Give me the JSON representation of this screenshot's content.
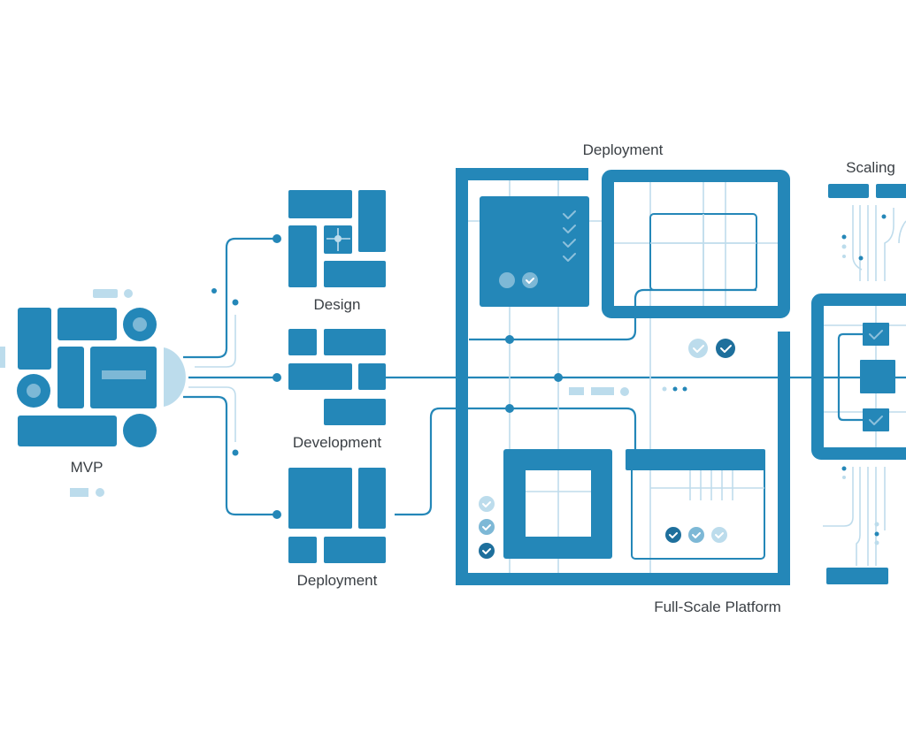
{
  "labels": {
    "mvp": "MVP",
    "design": "Design",
    "development": "Development",
    "deployment_stage": "Deployment",
    "deployment_top": "Deployment",
    "full_scale_platform": "Full-Scale Platform",
    "scaling": "Scaling"
  },
  "colors": {
    "primary": "#2487b8",
    "light": "#bcdcec",
    "dark": "#1e6f9c",
    "text": "#3a3f44"
  }
}
